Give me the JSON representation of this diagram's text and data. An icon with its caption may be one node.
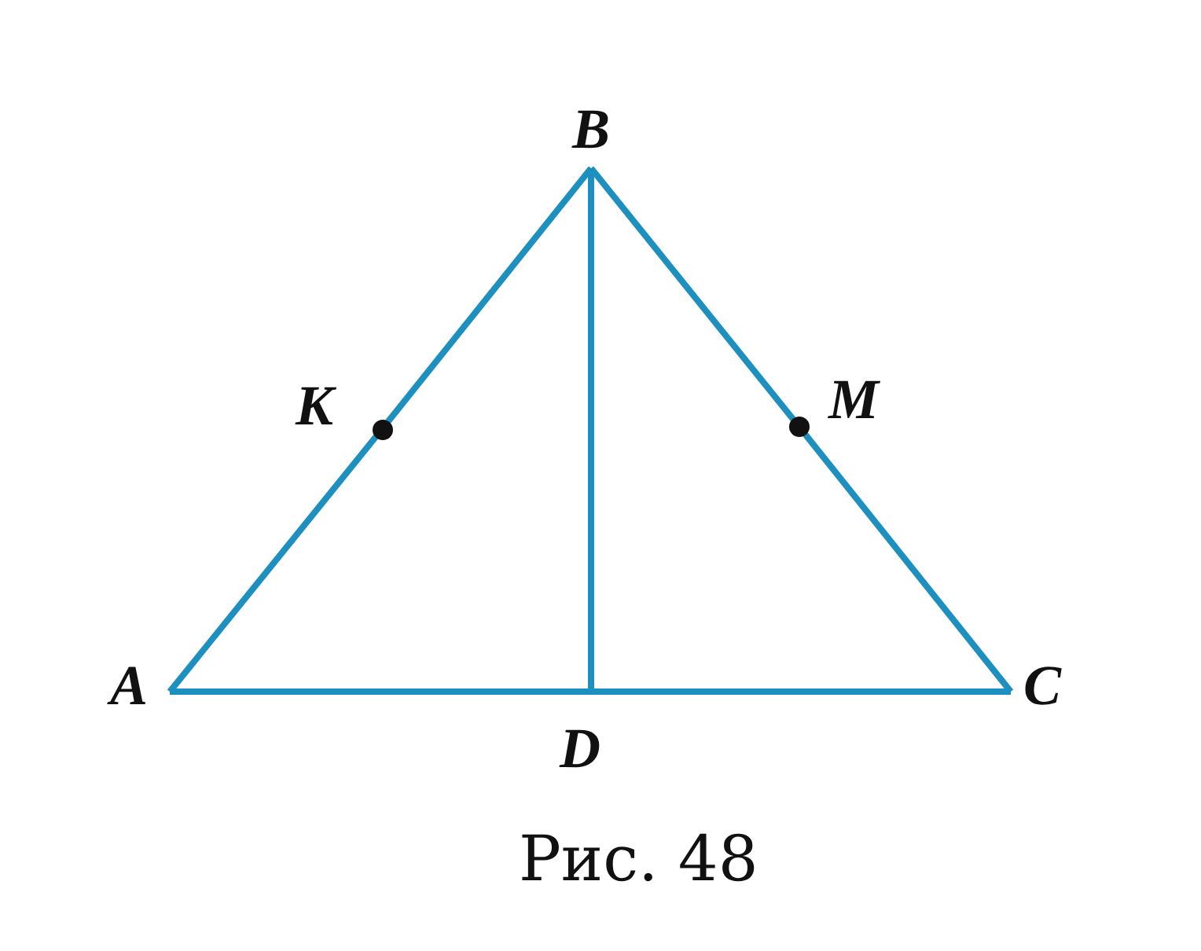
{
  "diagram": {
    "caption": "Рис. 48",
    "nodes": [
      {
        "text": [
          "B"
        ]
      },
      {
        "text": [
          "K"
        ]
      },
      {
        "text": [
          "M"
        ]
      },
      {
        "text": [
          "A"
        ]
      },
      {
        "text": [
          "C"
        ]
      },
      {
        "text": [
          "D"
        ]
      }
    ],
    "edges": [
      {
        "from": 3,
        "to": 1,
        "arrow": "none"
      },
      {
        "from": 1,
        "to": 0,
        "arrow": "none"
      },
      {
        "from": 0,
        "to": 2,
        "arrow": "none"
      },
      {
        "from": 2,
        "to": 4,
        "arrow": "none"
      },
      {
        "from": 3,
        "to": 5,
        "arrow": "none"
      },
      {
        "from": 5,
        "to": 4,
        "arrow": "none"
      },
      {
        "from": 0,
        "to": 5,
        "arrow": "none"
      }
    ]
  }
}
